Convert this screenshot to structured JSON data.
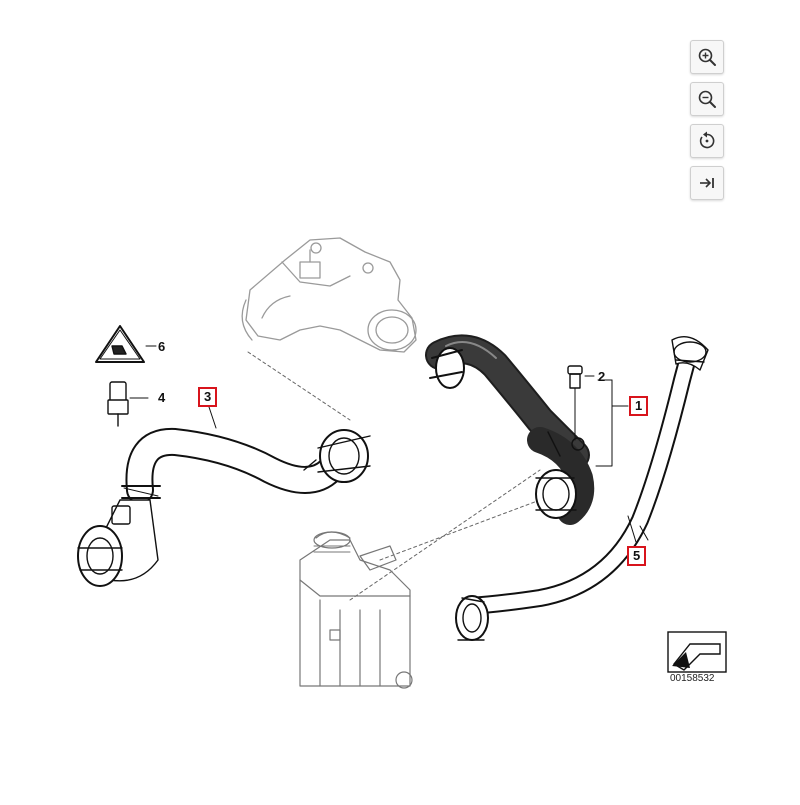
{
  "toolbar": {
    "buttons": [
      {
        "name": "zoom-in",
        "icon": "zoom-in-icon"
      },
      {
        "name": "zoom-out",
        "icon": "zoom-out-icon"
      },
      {
        "name": "reset-rotate",
        "icon": "rotate-reset-icon"
      },
      {
        "name": "fit-to-width",
        "icon": "arrow-right-bar-icon"
      }
    ]
  },
  "callouts": {
    "c1": "1",
    "c2": "2",
    "c3": "3",
    "c4": "4",
    "c5": "5",
    "c6": "6"
  },
  "diagram_id": "00158532",
  "colors": {
    "highlight": "#d8141c",
    "line": "#111111",
    "hose": "#222222"
  }
}
